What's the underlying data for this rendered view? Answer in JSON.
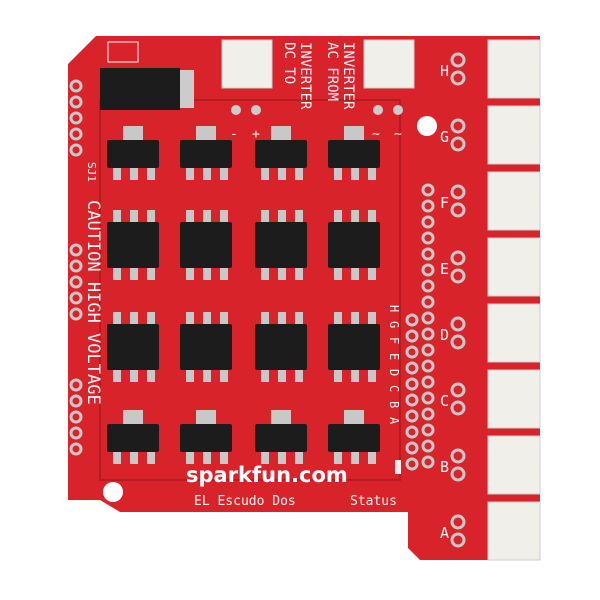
{
  "board": {
    "logo_text": "sparkfun.com",
    "name": "EL Escudo Dos",
    "status_label": "Status",
    "dc_label": [
      "DC TO",
      "INVERTER"
    ],
    "ac_label": [
      "AC FROM",
      "INVERTER"
    ],
    "caution_label": "CAUTION HIGH VOLTAGE",
    "jumper_label": "SJ1",
    "dc_polarity": [
      "-",
      "+"
    ],
    "ac_polarity": [
      "~",
      "~"
    ],
    "channel_labels": [
      "H",
      "G",
      "F",
      "E",
      "D",
      "C",
      "B",
      "A"
    ],
    "header_labels": [
      "H",
      "G",
      "F",
      "E",
      "D",
      "C",
      "B",
      "A"
    ],
    "colors": {
      "pcb": "#d9232b",
      "silkscreen": "#f4f4f4",
      "chip": "#1c1c1c",
      "connector": "#f1efea",
      "pad": "#c8c8c8"
    }
  }
}
